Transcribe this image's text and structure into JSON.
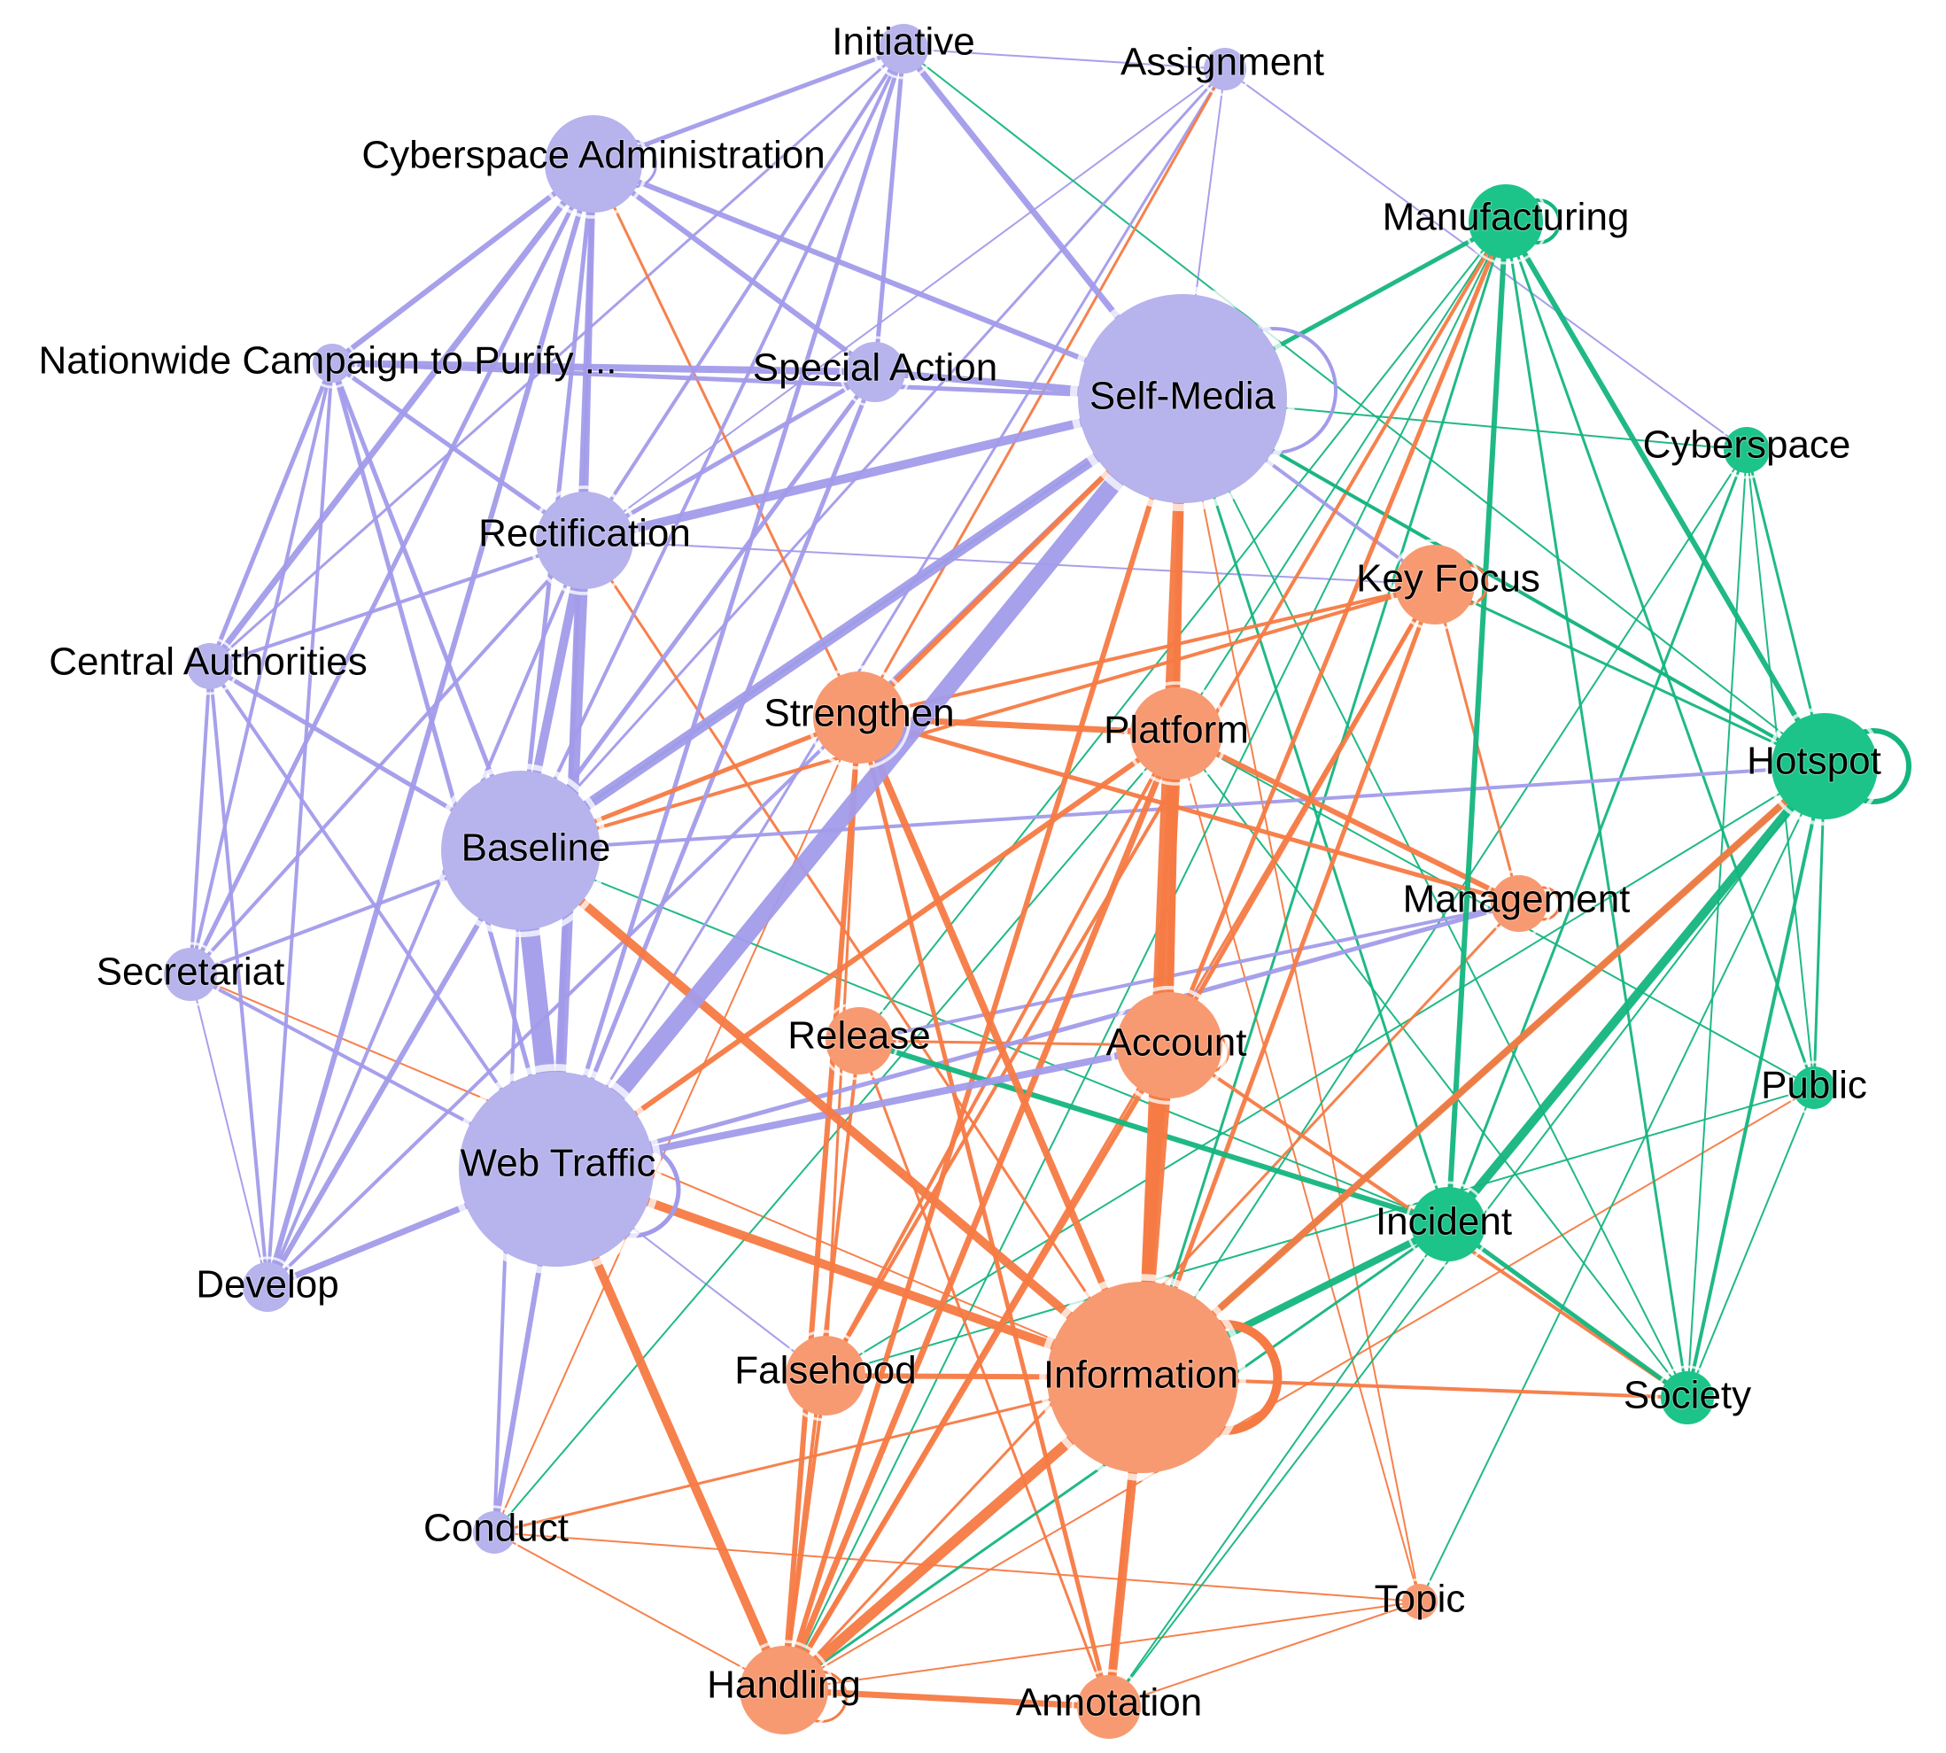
{
  "colors": {
    "purple": "#a29bea",
    "purple_node": "#b7b3ec",
    "orange": "#f57a43",
    "orange_node": "#f79a72",
    "green": "#14b57e",
    "green_node": "#1cc48a"
  },
  "nodes": [
    {
      "id": "initiative",
      "label": "Initiative",
      "group": "purple"
    },
    {
      "id": "assignment",
      "label": "Assignment",
      "group": "purple"
    },
    {
      "id": "cyberadmin",
      "label": "Cyberspace Administration",
      "group": "purple"
    },
    {
      "id": "nationwide",
      "label": "Nationwide Campaign to Purify ...",
      "group": "purple"
    },
    {
      "id": "special",
      "label": "Special Action",
      "group": "purple"
    },
    {
      "id": "selfmedia",
      "label": "Self-Media",
      "group": "purple"
    },
    {
      "id": "rectification",
      "label": "Rectification",
      "group": "purple"
    },
    {
      "id": "central",
      "label": "Central Authorities",
      "group": "purple"
    },
    {
      "id": "baseline",
      "label": "Baseline",
      "group": "purple"
    },
    {
      "id": "secretariat",
      "label": "Secretariat",
      "group": "purple"
    },
    {
      "id": "webtraffic",
      "label": "Web Traffic",
      "group": "purple"
    },
    {
      "id": "develop",
      "label": "Develop",
      "group": "purple"
    },
    {
      "id": "conduct",
      "label": "Conduct",
      "group": "purple"
    },
    {
      "id": "manufacturing",
      "label": "Manufacturing",
      "group": "green"
    },
    {
      "id": "cyberspace",
      "label": "Cyberspace",
      "group": "green"
    },
    {
      "id": "hotspot",
      "label": "Hotspot",
      "group": "green"
    },
    {
      "id": "public",
      "label": "Public",
      "group": "green"
    },
    {
      "id": "incident",
      "label": "Incident",
      "group": "green"
    },
    {
      "id": "society",
      "label": "Society",
      "group": "green"
    },
    {
      "id": "keyfocus",
      "label": "Key Focus",
      "group": "orange"
    },
    {
      "id": "strengthen",
      "label": "Strengthen",
      "group": "orange"
    },
    {
      "id": "platform",
      "label": "Platform",
      "group": "orange"
    },
    {
      "id": "management",
      "label": "Management",
      "group": "orange"
    },
    {
      "id": "release",
      "label": "Release",
      "group": "orange"
    },
    {
      "id": "account",
      "label": "Account",
      "group": "orange"
    },
    {
      "id": "falsehood",
      "label": "Falsehood",
      "group": "orange"
    },
    {
      "id": "information",
      "label": "Information",
      "group": "orange"
    },
    {
      "id": "topic",
      "label": "Topic",
      "group": "orange"
    },
    {
      "id": "handling",
      "label": "Handling",
      "group": "orange"
    },
    {
      "id": "annotation",
      "label": "Annotation",
      "group": "orange"
    }
  ],
  "edges": [
    {
      "s": "webtraffic",
      "t": "baseline",
      "w": 22,
      "c": "purple"
    },
    {
      "s": "webtraffic",
      "t": "selfmedia",
      "w": 20,
      "c": "purple"
    },
    {
      "s": "baseline",
      "t": "selfmedia",
      "w": 12,
      "c": "purple"
    },
    {
      "s": "rectification",
      "t": "selfmedia",
      "w": 10,
      "c": "purple"
    },
    {
      "s": "rectification",
      "t": "webtraffic",
      "w": 12,
      "c": "purple"
    },
    {
      "s": "baseline",
      "t": "rectification",
      "w": 10,
      "c": "purple"
    },
    {
      "s": "cyberadmin",
      "t": "special",
      "w": 6,
      "c": "purple"
    },
    {
      "s": "cyberadmin",
      "t": "selfmedia",
      "w": 6,
      "c": "purple"
    },
    {
      "s": "cyberadmin",
      "t": "rectification",
      "w": 6,
      "c": "purple"
    },
    {
      "s": "cyberadmin",
      "t": "baseline",
      "w": 5,
      "c": "purple"
    },
    {
      "s": "cyberadmin",
      "t": "webtraffic",
      "w": 6,
      "c": "purple"
    },
    {
      "s": "cyberadmin",
      "t": "nationwide",
      "w": 6,
      "c": "purple"
    },
    {
      "s": "cyberadmin",
      "t": "central",
      "w": 7,
      "c": "purple"
    },
    {
      "s": "cyberadmin",
      "t": "secretariat",
      "w": 5,
      "c": "purple"
    },
    {
      "s": "cyberadmin",
      "t": "develop",
      "w": 6,
      "c": "purple"
    },
    {
      "s": "cyberadmin",
      "t": "initiative",
      "w": 5,
      "c": "purple"
    },
    {
      "s": "initiative",
      "t": "special",
      "w": 5,
      "c": "purple"
    },
    {
      "s": "initiative",
      "t": "selfmedia",
      "w": 7,
      "c": "purple"
    },
    {
      "s": "initiative",
      "t": "rectification",
      "w": 4,
      "c": "purple"
    },
    {
      "s": "initiative",
      "t": "baseline",
      "w": 4,
      "c": "purple"
    },
    {
      "s": "initiative",
      "t": "webtraffic",
      "w": 5,
      "c": "purple"
    },
    {
      "s": "initiative",
      "t": "assignment",
      "w": 2,
      "c": "purple"
    },
    {
      "s": "initiative",
      "t": "central",
      "w": 3,
      "c": "purple"
    },
    {
      "s": "assignment",
      "t": "selfmedia",
      "w": 2,
      "c": "purple"
    },
    {
      "s": "assignment",
      "t": "baseline",
      "w": 3,
      "c": "purple"
    },
    {
      "s": "assignment",
      "t": "webtraffic",
      "w": 3,
      "c": "purple"
    },
    {
      "s": "assignment",
      "t": "cyberspace",
      "w": 2,
      "c": "purple"
    },
    {
      "s": "assignment",
      "t": "rectification",
      "w": 2,
      "c": "purple"
    },
    {
      "s": "nationwide",
      "t": "special",
      "w": 8,
      "c": "purple"
    },
    {
      "s": "nationwide",
      "t": "selfmedia",
      "w": 5,
      "c": "purple"
    },
    {
      "s": "nationwide",
      "t": "rectification",
      "w": 5,
      "c": "purple"
    },
    {
      "s": "nationwide",
      "t": "baseline",
      "w": 5,
      "c": "purple"
    },
    {
      "s": "nationwide",
      "t": "webtraffic",
      "w": 5,
      "c": "purple"
    },
    {
      "s": "nationwide",
      "t": "central",
      "w": 5,
      "c": "purple"
    },
    {
      "s": "nationwide",
      "t": "secretariat",
      "w": 4,
      "c": "purple"
    },
    {
      "s": "nationwide",
      "t": "develop",
      "w": 4,
      "c": "purple"
    },
    {
      "s": "special",
      "t": "selfmedia",
      "w": 8,
      "c": "purple"
    },
    {
      "s": "special",
      "t": "rectification",
      "w": 5,
      "c": "purple"
    },
    {
      "s": "special",
      "t": "baseline",
      "w": 5,
      "c": "purple"
    },
    {
      "s": "special",
      "t": "webtraffic",
      "w": 5,
      "c": "purple"
    },
    {
      "s": "central",
      "t": "rectification",
      "w": 4,
      "c": "purple"
    },
    {
      "s": "central",
      "t": "baseline",
      "w": 5,
      "c": "purple"
    },
    {
      "s": "central",
      "t": "webtraffic",
      "w": 4,
      "c": "purple"
    },
    {
      "s": "central",
      "t": "secretariat",
      "w": 4,
      "c": "purple"
    },
    {
      "s": "central",
      "t": "develop",
      "w": 4,
      "c": "purple"
    },
    {
      "s": "secretariat",
      "t": "baseline",
      "w": 4,
      "c": "purple"
    },
    {
      "s": "secretariat",
      "t": "webtraffic",
      "w": 4,
      "c": "purple"
    },
    {
      "s": "secretariat",
      "t": "develop",
      "w": 2,
      "c": "purple"
    },
    {
      "s": "secretariat",
      "t": "rectification",
      "w": 4,
      "c": "purple"
    },
    {
      "s": "develop",
      "t": "webtraffic",
      "w": 7,
      "c": "purple"
    },
    {
      "s": "develop",
      "t": "baseline",
      "w": 6,
      "c": "purple"
    },
    {
      "s": "develop",
      "t": "rectification",
      "w": 4,
      "c": "purple"
    },
    {
      "s": "develop",
      "t": "selfmedia",
      "w": 4,
      "c": "purple"
    },
    {
      "s": "conduct",
      "t": "webtraffic",
      "w": 6,
      "c": "purple"
    },
    {
      "s": "conduct",
      "t": "baseline",
      "w": 4,
      "c": "purple"
    },
    {
      "s": "webtraffic",
      "t": "account",
      "w": 8,
      "c": "purple"
    },
    {
      "s": "webtraffic",
      "t": "management",
      "w": 5,
      "c": "purple"
    },
    {
      "s": "baseline",
      "t": "hotspot",
      "w": 4,
      "c": "purple"
    },
    {
      "s": "selfmedia",
      "t": "keyfocus",
      "w": 4,
      "c": "purple"
    },
    {
      "s": "selfmedia",
      "t": "hotspot",
      "w": 3,
      "c": "purple"
    },
    {
      "s": "release",
      "t": "management",
      "w": 4,
      "c": "purple"
    },
    {
      "s": "webtraffic",
      "t": "falsehood",
      "w": 2,
      "c": "purple"
    },
    {
      "s": "rectification",
      "t": "keyfocus",
      "w": 2,
      "c": "purple"
    },
    {
      "s": "selfmedia",
      "t": "information",
      "w": 12,
      "c": "orange"
    },
    {
      "s": "selfmedia",
      "t": "account",
      "w": 8,
      "c": "orange"
    },
    {
      "s": "selfmedia",
      "t": "handling",
      "w": 6,
      "c": "orange"
    },
    {
      "s": "selfmedia",
      "t": "strengthen",
      "w": 6,
      "c": "orange"
    },
    {
      "s": "selfmedia",
      "t": "platform",
      "w": 5,
      "c": "orange"
    },
    {
      "s": "platform",
      "t": "information",
      "w": 14,
      "c": "orange"
    },
    {
      "s": "platform",
      "t": "strengthen",
      "w": 7,
      "c": "orange"
    },
    {
      "s": "platform",
      "t": "handling",
      "w": 7,
      "c": "orange"
    },
    {
      "s": "platform",
      "t": "webtraffic",
      "w": 6,
      "c": "orange"
    },
    {
      "s": "platform",
      "t": "management",
      "w": 6,
      "c": "orange"
    },
    {
      "s": "platform",
      "t": "account",
      "w": 6,
      "c": "orange"
    },
    {
      "s": "strengthen",
      "t": "information",
      "w": 8,
      "c": "orange"
    },
    {
      "s": "strengthen",
      "t": "handling",
      "w": 6,
      "c": "orange"
    },
    {
      "s": "strengthen",
      "t": "annotation",
      "w": 5,
      "c": "orange"
    },
    {
      "s": "strengthen",
      "t": "management",
      "w": 5,
      "c": "orange"
    },
    {
      "s": "strengthen",
      "t": "baseline",
      "w": 5,
      "c": "orange"
    },
    {
      "s": "account",
      "t": "information",
      "w": 12,
      "c": "orange"
    },
    {
      "s": "account",
      "t": "handling",
      "w": 6,
      "c": "orange"
    },
    {
      "s": "account",
      "t": "annotation",
      "w": 5,
      "c": "orange"
    },
    {
      "s": "baseline",
      "t": "information",
      "w": 10,
      "c": "orange"
    },
    {
      "s": "webtraffic",
      "t": "information",
      "w": 10,
      "c": "orange"
    },
    {
      "s": "webtraffic",
      "t": "handling",
      "w": 10,
      "c": "orange"
    },
    {
      "s": "information",
      "t": "handling",
      "w": 12,
      "c": "orange"
    },
    {
      "s": "information",
      "t": "annotation",
      "w": 10,
      "c": "orange"
    },
    {
      "s": "information",
      "t": "falsehood",
      "w": 6,
      "c": "orange"
    },
    {
      "s": "information",
      "t": "society",
      "w": 4,
      "c": "orange"
    },
    {
      "s": "information",
      "t": "hotspot",
      "w": 8,
      "c": "orange"
    },
    {
      "s": "information",
      "t": "keyfocus",
      "w": 5,
      "c": "orange"
    },
    {
      "s": "handling",
      "t": "annotation",
      "w": 7,
      "c": "orange"
    },
    {
      "s": "handling",
      "t": "falsehood",
      "w": 4,
      "c": "orange"
    },
    {
      "s": "handling",
      "t": "release",
      "w": 4,
      "c": "orange"
    },
    {
      "s": "keyfocus",
      "t": "account",
      "w": 5,
      "c": "orange"
    },
    {
      "s": "keyfocus",
      "t": "strengthen",
      "w": 4,
      "c": "orange"
    },
    {
      "s": "keyfocus",
      "t": "baseline",
      "w": 4,
      "c": "orange"
    },
    {
      "s": "keyfocus",
      "t": "management",
      "w": 3,
      "c": "orange"
    },
    {
      "s": "keyfocus",
      "t": "handling",
      "w": 3,
      "c": "orange"
    },
    {
      "s": "manufacturing",
      "t": "account",
      "w": 5,
      "c": "orange"
    },
    {
      "s": "manufacturing",
      "t": "falsehood",
      "w": 4,
      "c": "orange"
    },
    {
      "s": "assignment",
      "t": "strengthen",
      "w": 3,
      "c": "orange"
    },
    {
      "s": "cyberadmin",
      "t": "strengthen",
      "w": 3,
      "c": "orange"
    },
    {
      "s": "rectification",
      "t": "information",
      "w": 3,
      "c": "orange"
    },
    {
      "s": "release",
      "t": "account",
      "w": 3,
      "c": "orange"
    },
    {
      "s": "release",
      "t": "annotation",
      "w": 3,
      "c": "orange"
    },
    {
      "s": "falsehood",
      "t": "platform",
      "w": 4,
      "c": "orange"
    },
    {
      "s": "falsehood",
      "t": "strengthen",
      "w": 3,
      "c": "orange"
    },
    {
      "s": "conduct",
      "t": "information",
      "w": 3,
      "c": "orange"
    },
    {
      "s": "conduct",
      "t": "topic",
      "w": 2,
      "c": "orange"
    },
    {
      "s": "conduct",
      "t": "handling",
      "w": 2,
      "c": "orange"
    },
    {
      "s": "conduct",
      "t": "strengthen",
      "w": 2,
      "c": "orange"
    },
    {
      "s": "topic",
      "t": "handling",
      "w": 2,
      "c": "orange"
    },
    {
      "s": "topic",
      "t": "selfmedia",
      "w": 2,
      "c": "orange"
    },
    {
      "s": "topic",
      "t": "platform",
      "w": 2,
      "c": "orange"
    },
    {
      "s": "topic",
      "t": "annotation",
      "w": 2,
      "c": "orange"
    },
    {
      "s": "secretariat",
      "t": "information",
      "w": 2,
      "c": "orange"
    },
    {
      "s": "management",
      "t": "handling",
      "w": 3,
      "c": "orange"
    },
    {
      "s": "public",
      "t": "handling",
      "w": 2,
      "c": "orange"
    },
    {
      "s": "account",
      "t": "society",
      "w": 4,
      "c": "orange"
    },
    {
      "s": "manufacturing",
      "t": "selfmedia",
      "w": 5,
      "c": "green"
    },
    {
      "s": "manufacturing",
      "t": "hotspot",
      "w": 6,
      "c": "green"
    },
    {
      "s": "manufacturing",
      "t": "incident",
      "w": 6,
      "c": "green"
    },
    {
      "s": "manufacturing",
      "t": "society",
      "w": 3,
      "c": "green"
    },
    {
      "s": "manufacturing",
      "t": "public",
      "w": 3,
      "c": "green"
    },
    {
      "s": "manufacturing",
      "t": "information",
      "w": 3,
      "c": "green"
    },
    {
      "s": "manufacturing",
      "t": "handling",
      "w": 2,
      "c": "green"
    },
    {
      "s": "manufacturing",
      "t": "release",
      "w": 2,
      "c": "green"
    },
    {
      "s": "manufacturing",
      "t": "platform",
      "w": 2,
      "c": "green"
    },
    {
      "s": "hotspot",
      "t": "incident",
      "w": 10,
      "c": "green"
    },
    {
      "s": "hotspot",
      "t": "information",
      "w": 6,
      "c": "green"
    },
    {
      "s": "hotspot",
      "t": "society",
      "w": 4,
      "c": "green"
    },
    {
      "s": "hotspot",
      "t": "public",
      "w": 3,
      "c": "green"
    },
    {
      "s": "hotspot",
      "t": "cyberspace",
      "w": 3,
      "c": "green"
    },
    {
      "s": "hotspot",
      "t": "selfmedia",
      "w": 4,
      "c": "green"
    },
    {
      "s": "hotspot",
      "t": "keyfocus",
      "w": 3,
      "c": "green"
    },
    {
      "s": "hotspot",
      "t": "annotation",
      "w": 2,
      "c": "green"
    },
    {
      "s": "hotspot",
      "t": "falsehood",
      "w": 2,
      "c": "green"
    },
    {
      "s": "incident",
      "t": "information",
      "w": 8,
      "c": "green"
    },
    {
      "s": "incident",
      "t": "release",
      "w": 6,
      "c": "green"
    },
    {
      "s": "incident",
      "t": "society",
      "w": 5,
      "c": "green"
    },
    {
      "s": "incident",
      "t": "selfmedia",
      "w": 3,
      "c": "green"
    },
    {
      "s": "incident",
      "t": "handling",
      "w": 3,
      "c": "green"
    },
    {
      "s": "incident",
      "t": "cyberspace",
      "w": 3,
      "c": "green"
    },
    {
      "s": "cyberspace",
      "t": "society",
      "w": 2,
      "c": "green"
    },
    {
      "s": "cyberspace",
      "t": "selfmedia",
      "w": 2,
      "c": "green"
    },
    {
      "s": "cyberspace",
      "t": "information",
      "w": 2,
      "c": "green"
    },
    {
      "s": "cyberspace",
      "t": "public",
      "w": 2,
      "c": "green"
    },
    {
      "s": "public",
      "t": "society",
      "w": 2,
      "c": "green"
    },
    {
      "s": "public",
      "t": "falsehood",
      "w": 2,
      "c": "green"
    },
    {
      "s": "public",
      "t": "platform",
      "w": 2,
      "c": "green"
    },
    {
      "s": "society",
      "t": "platform",
      "w": 2,
      "c": "green"
    },
    {
      "s": "society",
      "t": "selfmedia",
      "w": 2,
      "c": "green"
    },
    {
      "s": "topic",
      "t": "hotspot",
      "w": 2,
      "c": "green"
    },
    {
      "s": "initiative",
      "t": "hotspot",
      "w": 2,
      "c": "green"
    },
    {
      "s": "baseline",
      "t": "selfmedia",
      "w": 3,
      "c": "green"
    },
    {
      "s": "baseline",
      "t": "incident",
      "w": 2,
      "c": "green"
    },
    {
      "s": "conduct",
      "t": "platform",
      "w": 2,
      "c": "green"
    },
    {
      "s": "annotation",
      "t": "incident",
      "w": 2,
      "c": "green"
    }
  ]
}
